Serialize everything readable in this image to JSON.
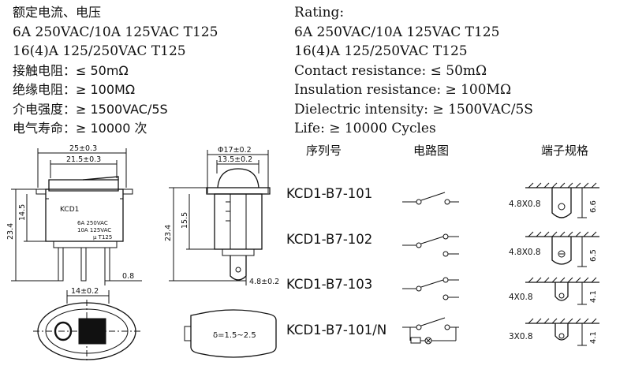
{
  "spec_cn": [
    "额定电流、电压",
    "6A 250VAC/10A 125VAC T125",
    "16(4)A 125/250VAC T125",
    "接触电阻：≤ 50mΩ",
    "绝缘电阻：≥ 100MΩ",
    "介电强度：≥ 1500VAC/5S",
    "电气寿命：≥ 10000 次"
  ],
  "spec_en": [
    "Rating:",
    "6A 250VAC/10A 125VAC T125",
    "16(4)A 125/250VAC T125",
    "Contact resistance: ≤ 50mΩ",
    "Insulation resistance: ≥ 100MΩ",
    "Dielectric intensity: ≥ 1500VAC/5S",
    "Life: ≥ 10000 Cycles"
  ],
  "headers": {
    "serial": "序列号",
    "circuit": "电路图",
    "terminal": "端子规格"
  },
  "models": [
    "KCD1-B7-101",
    "KCD1-B7-102",
    "KCD1-B7-103",
    "KCD1-B7-101/N"
  ],
  "dims": {
    "width_25": "25±0.3",
    "width_21": "21.5±0.3",
    "height_14": "14.5",
    "height_23": "23.4",
    "pin_08": "0.8",
    "bottom_14": "14±0.2",
    "dia_17": "Φ17±0.2",
    "dia_13": "13.5±0.2",
    "side_15": "15.5",
    "side_23": "23.4",
    "side_48": "4.8±0.2",
    "panel": "δ=1.5~2.5"
  },
  "body_label": {
    "model": "KCD1",
    "rating1": "6A 250VAC",
    "rating2": "10A 125VAC",
    "temp": "μ T125"
  },
  "terminals": [
    {
      "size": "4.8X0.8",
      "height": "6.6"
    },
    {
      "size": "4.8X0.8",
      "height": "6.5"
    },
    {
      "size": "4X0.8",
      "height": "4.1"
    },
    {
      "size": "3X0.8",
      "height": "4.1"
    }
  ]
}
